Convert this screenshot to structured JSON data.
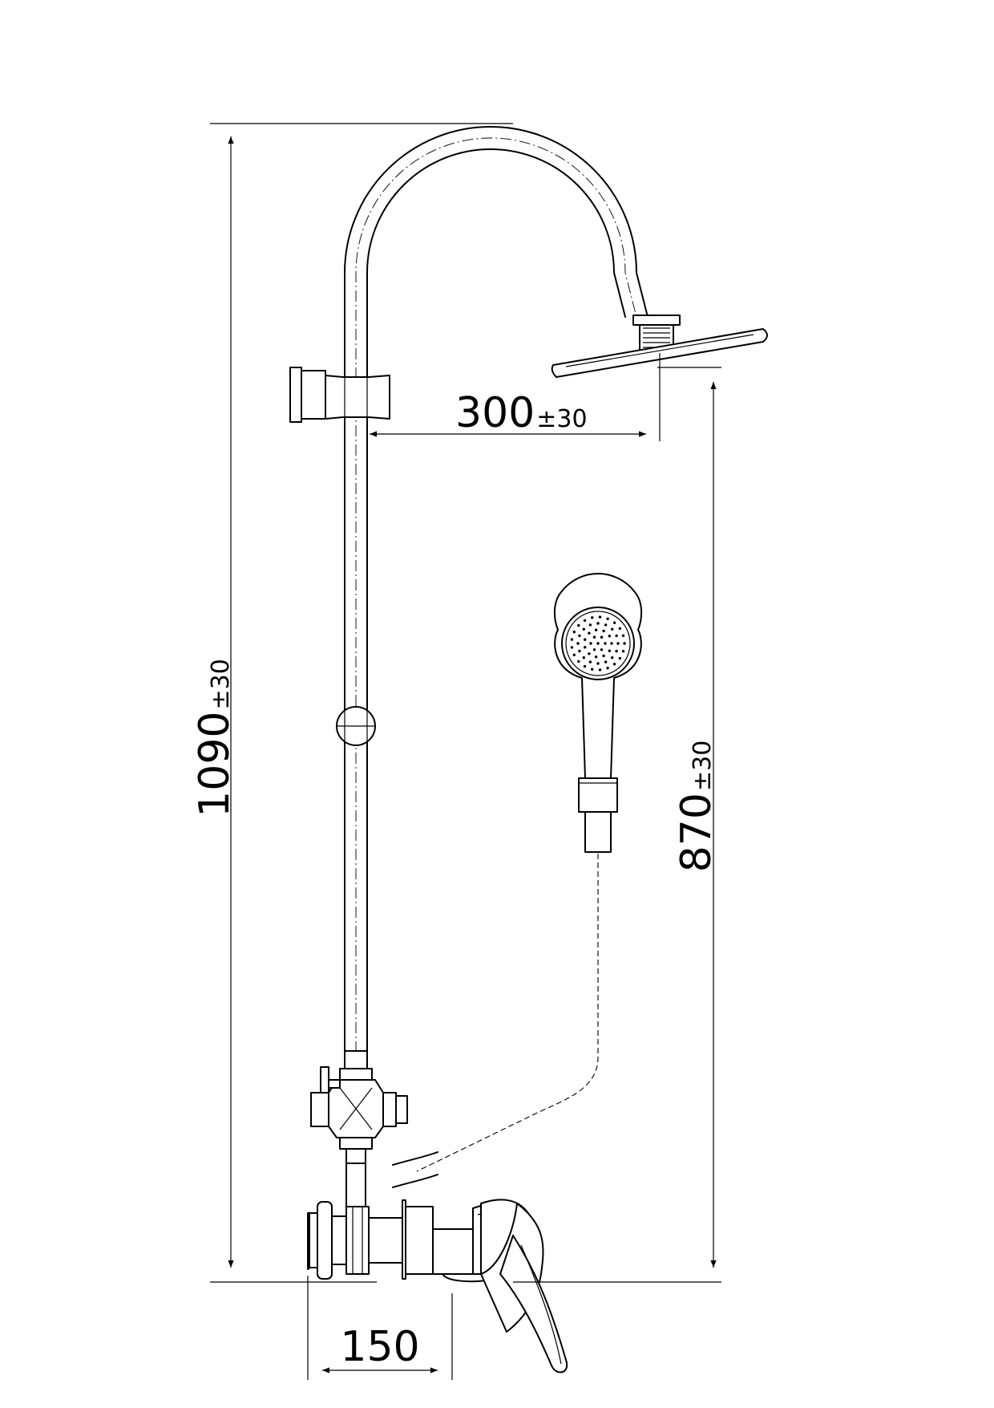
{
  "dimensions": {
    "height_total": {
      "value": "1090",
      "tolerance": "±30"
    },
    "height_head": {
      "value": "870",
      "tolerance": "±30"
    },
    "arm_reach": {
      "value": "300",
      "tolerance": "±30"
    },
    "mixer_width": {
      "value": "150"
    }
  }
}
